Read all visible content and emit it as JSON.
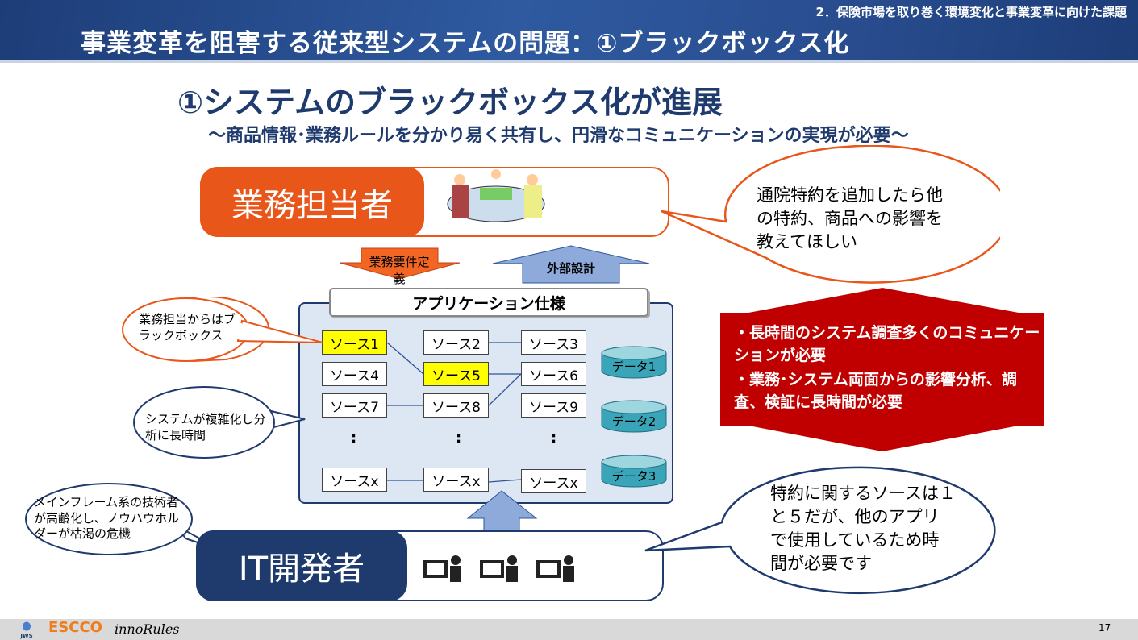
{
  "header": {
    "section": "2．保険市場を取り巻く環境変化と事業変革に向けた課題",
    "title": "事業変革を阻害する従来型システムの問題：①ブラックボックス化"
  },
  "heading": {
    "main": "①システムのブラックボックス化が進展",
    "sub": "～商品情報･業務ルールを分かり易く共有し、円滑なコミュニケーションの実現が必要～"
  },
  "business": {
    "label": "業務担当者",
    "bubble": "通院特約を追加したら他の特約、商品への影響を教えてほしい"
  },
  "arrows": {
    "down": "業務要件定義",
    "up": "外部設計"
  },
  "app": {
    "title": "アプリケーション仕様",
    "sources": [
      [
        "ソース1",
        "ソース2",
        "ソース3"
      ],
      [
        "ソース4",
        "ソース5",
        "ソース6"
      ],
      [
        "ソース7",
        "ソース8",
        "ソース9"
      ]
    ],
    "dots": [
      ":",
      ":",
      ":"
    ],
    "last_row": [
      "ソースx",
      "ソースx",
      "ソースx"
    ],
    "data": [
      "データ1",
      "データ2",
      "データ3"
    ]
  },
  "left_bubbles": [
    "業務担当からはブラックボックス",
    "システムが複雑化し分析に長時間",
    "メインフレーム系の技術者が高齢化し、ノウハウホルダーが枯渇の危機"
  ],
  "red_box": [
    "・長時間のシステム調査多くのコミュニケーションが必要",
    "・業務･システム両面からの影響分析、調査、検証に長時間が必要"
  ],
  "it": {
    "label": "IT開発者",
    "bubble": "特約に関するソースは１と５だが、他のアプリで使用しているため時間が必要です"
  },
  "footer": {
    "logos": [
      "JWS",
      "ESCCO",
      "innoRules"
    ],
    "page": "17"
  },
  "colors": {
    "navy": "#1f3b6e",
    "orange": "#e8561a",
    "red": "#c00000",
    "highlight": "#ffff00"
  }
}
